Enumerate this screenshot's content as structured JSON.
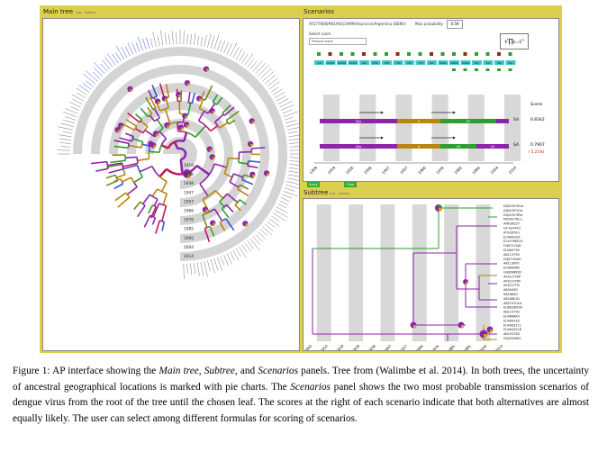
{
  "app": {
    "main_tree": {
      "title": "Main tree",
      "menu": [
        "svg",
        "newick"
      ],
      "years": [
        "1919",
        "1929",
        "1938",
        "1947",
        "1957",
        "1966",
        "1976",
        "1985",
        "1995",
        "2004",
        "2014"
      ]
    },
    "scenarios": {
      "title": "Scenarios",
      "leaf_label": "AY277666|MS1902|19999/Asuncion/Argentina (DENV)",
      "max_prob_label": "Max probability",
      "max_prob_value": "0.59",
      "select_label": "Select score",
      "select_value": "Product score",
      "formula": "√∏ₖ₌₁ⁿ",
      "top_labels": [
        "AUS",
        "ARGEN",
        "ARGEN",
        "ARGEN",
        "ARG",
        "PERU",
        "PER",
        "VEN",
        "VEN",
        "VEN",
        "BOL",
        "PARAG",
        "PARAG",
        "PARAG",
        "BOL",
        "PAR",
        "PAR",
        "BOL"
      ],
      "scores_label": "Scores",
      "scenario_rows": [
        {
          "segments": [
            "SAs",
            "II",
            "CE"
          ],
          "score_label": "SA",
          "score": "0.8342",
          "extra": ""
        },
        {
          "segments": [
            "SAs",
            "II",
            "CE",
            "US"
          ],
          "score_label": "SA",
          "score": "0.7907",
          "extra": "( 5.21%)"
        }
      ],
      "axis_years": [
        "1909",
        "1919",
        "1928",
        "1938",
        "1947",
        "1957",
        "1966",
        "1976",
        "1985",
        "1995",
        "2004",
        "2014"
      ],
      "buttons": [
        "Apply",
        "Clear"
      ]
    },
    "subtree": {
      "title": "Subtree",
      "menu": [
        "svg",
        "newick"
      ],
      "leaves": [
        "DQ005Y4lCar",
        "DQ005Y2Car",
        "DQ005Y3Par",
        "MZ0827Nuu",
        "AY6Q6Q2Y",
        "HZ Nv4410",
        "AY3Q8YEG",
        "EU484Q2D",
        "EU1YYW61D",
        "FI48747lqD",
        "EU4847YD",
        "AB1137YD",
        "DQ672S4lH",
        "AB1136Y0",
        "EU48406D",
        "GQ868W2D",
        "AY4227Y6P",
        "AY4227Y6Y",
        "AY4227Y5l",
        "AB0940D",
        "AB1880D",
        "AB18801D",
        "AB0747U1A",
        "EU8618W30",
        "AB1107YD",
        "EU468AR0",
        "EU46431D",
        "EU4463211",
        "EU464201D",
        "AB1937SD",
        "DQ28556lG"
      ],
      "axis_years": [
        "1900",
        "1910",
        "1919",
        "1929",
        "1938",
        "1947",
        "1957",
        "1966",
        "1976",
        "1985",
        "1995",
        "2004",
        "2014"
      ]
    }
  },
  "caption": {
    "fig": "Figure 1:",
    "t1": " AP interface showing the ",
    "e1": "Main tree",
    "t2": ", ",
    "e2": "Subtree",
    "t3": ", and ",
    "e3": "Scenarios",
    "t4": " panels. Tree from (Walimbe et al. 2014). In both trees, the uncertainty of ancestral geographical locations is marked with pie charts. The ",
    "e4": "Scenarios",
    "t5": " panel shows the two most probable transmission scenarios of dengue virus from the root of the tree until the chosen leaf. The scores at the right of each scenario indicate that both alternatives are almost equally likely. The user can select among different formulas for scoring of scenarios."
  }
}
